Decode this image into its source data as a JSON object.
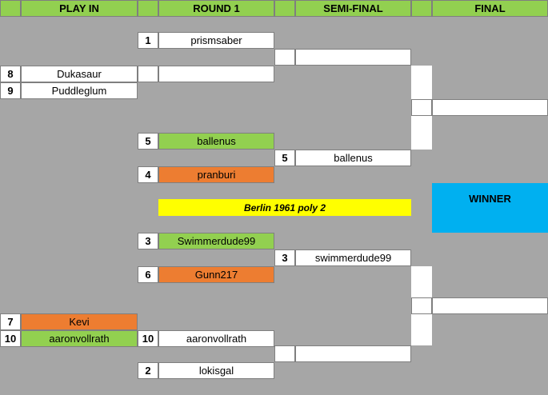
{
  "headers": {
    "play_in": "PLAY IN",
    "round1": "ROUND 1",
    "semi": "SEMI-FINAL",
    "final": "FINAL"
  },
  "play_in": [
    {
      "seed": "8",
      "name": "Dukasaur",
      "color": "#ffffff"
    },
    {
      "seed": "9",
      "name": "Puddleglum",
      "color": "#ffffff"
    },
    {
      "seed": "7",
      "name": "Kevi",
      "color": "#ed7d31"
    },
    {
      "seed": "10",
      "name": "aaronvollrath",
      "color": "#92d050"
    }
  ],
  "round1": [
    {
      "seed": "1",
      "name": "prismsaber",
      "color": "#ffffff"
    },
    {
      "seed": "",
      "name": "",
      "color": "#ffffff"
    },
    {
      "seed": "5",
      "name": "ballenus",
      "color": "#92d050"
    },
    {
      "seed": "4",
      "name": "pranburi",
      "color": "#ed7d31"
    },
    {
      "seed": "3",
      "name": "Swimmerdude99",
      "color": "#92d050"
    },
    {
      "seed": "6",
      "name": "Gunn217",
      "color": "#ed7d31"
    },
    {
      "seed": "10",
      "name": "aaronvollrath",
      "color": "#ffffff"
    },
    {
      "seed": "2",
      "name": "lokisgal",
      "color": "#ffffff"
    }
  ],
  "semi": [
    {
      "seed": "",
      "name": ""
    },
    {
      "seed": "5",
      "name": "ballenus"
    },
    {
      "seed": "3",
      "name": "swimmerdude99"
    },
    {
      "seed": "",
      "name": ""
    }
  ],
  "final": [
    {
      "seed": "",
      "name": ""
    },
    {
      "seed": "",
      "name": ""
    }
  ],
  "banner": "Berlin 1961 poly 2",
  "winner_label": "WINNER",
  "colors": {
    "header": "#92d050",
    "background": "#a6a6a6",
    "advanced": "#92d050",
    "eliminated": "#ed7d31",
    "banner": "#ffff00",
    "winner": "#00b0f0"
  }
}
